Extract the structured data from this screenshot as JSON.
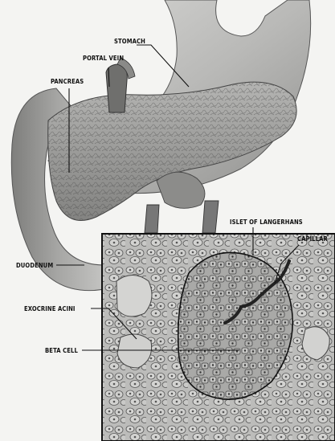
{
  "labels": {
    "stomach": "STOMACH",
    "portal_vein": "PORTAL VEIN",
    "pancreas": "PANCREAS",
    "islet": "ISLET OF LANGERHANS",
    "capillary": "CAPILLAR",
    "duodenum": "DUODENUM",
    "exocrine_acini": "EXOCRINE ACINI",
    "beta_cell": "BETA CELL"
  },
  "colors": {
    "background": "#f4f4f2",
    "organ_shading": "#9a9a98",
    "ink": "#111111"
  }
}
